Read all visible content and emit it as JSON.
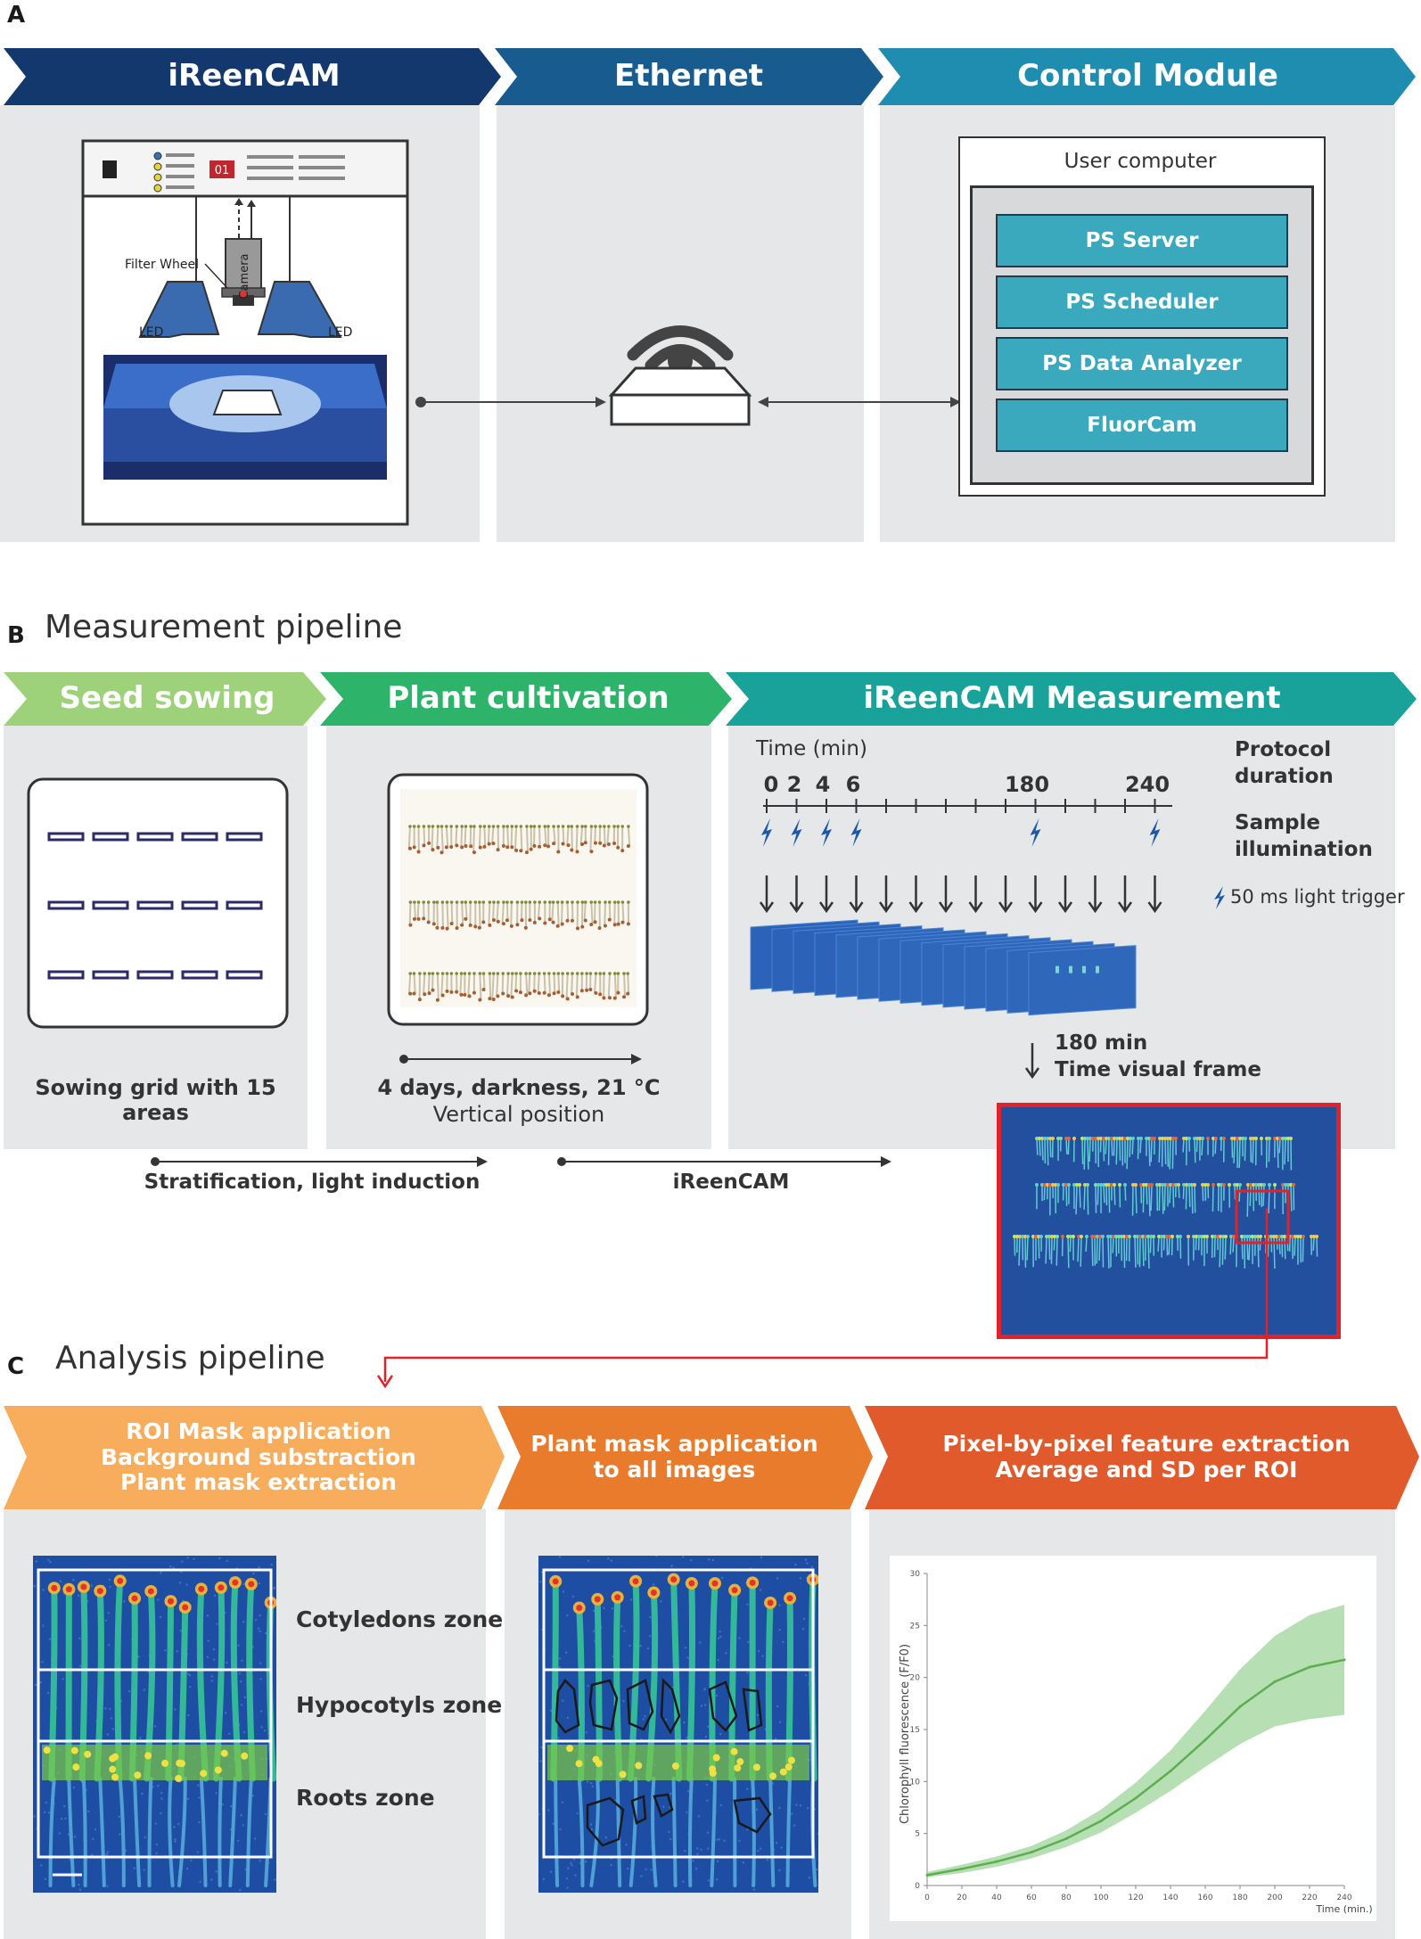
{
  "panel_letters": {
    "a": "A",
    "b": "B",
    "c": "C"
  },
  "section_a": {
    "headers": [
      "iReenCAM",
      "Ethernet",
      "Control Module"
    ],
    "device_labels": {
      "display": "01",
      "filter_wheel": "Filter Wheel",
      "camera": "Camera",
      "led_left": "LED",
      "led_right": "LED"
    },
    "user_computer": "User computer",
    "modules": [
      "PS Server",
      "PS Scheduler",
      "PS Data Analyzer",
      "FluorCam"
    ]
  },
  "section_b": {
    "title": "Measurement pipeline",
    "headers": [
      "Seed sowing",
      "Plant cultivation",
      "iReenCAM Measurement"
    ],
    "sowing_caption": "Sowing grid with 15 areas",
    "cultivation_caption_1": "4 days, darkness, 21 °C",
    "cultivation_caption_2": "Vertical position",
    "time_label": "Time (min)",
    "time_ticks": [
      "0",
      "2",
      "4",
      "6",
      "180",
      "240"
    ],
    "protocol_duration": "Protocol\nduration",
    "sample_illumination": "Sample\nillumination",
    "light_trigger": "50 ms light trigger",
    "frame_label_1": "180 min",
    "frame_label_2": "Time visual frame",
    "arrow_label_1": "Stratification, light induction",
    "arrow_label_2": "iReenCAM"
  },
  "section_c": {
    "title": "Analysis pipeline",
    "headers": [
      "ROI Mask application\nBackground substraction\nPlant mask extraction",
      "Plant mask application\nto all images",
      "Pixel-by-pixel feature extraction\nAverage and SD per ROI"
    ],
    "zones": [
      "Cotyledons zone",
      "Hypocotyls zone",
      "Roots zone"
    ]
  },
  "chart_data": {
    "type": "line",
    "xlabel": "Time (min.)",
    "ylabel": "Chlorophyll fluorescence (F/F0)",
    "xlim": [
      0,
      240
    ],
    "ylim": [
      0,
      30
    ],
    "xticks": [
      0,
      20,
      40,
      60,
      80,
      100,
      120,
      140,
      160,
      180,
      200,
      220,
      240
    ],
    "yticks": [
      0,
      5,
      10,
      15,
      20,
      25,
      30
    ],
    "x": [
      0,
      20,
      40,
      60,
      80,
      100,
      120,
      140,
      160,
      180,
      200,
      220,
      240
    ],
    "mean": [
      1.0,
      1.6,
      2.3,
      3.2,
      4.5,
      6.2,
      8.4,
      11.0,
      14.0,
      17.2,
      19.6,
      21.0,
      21.7
    ],
    "upper": [
      1.3,
      2.0,
      2.8,
      3.8,
      5.3,
      7.3,
      9.9,
      13.0,
      16.8,
      20.8,
      24.0,
      26.0,
      27.0
    ],
    "lower": [
      0.8,
      1.2,
      1.8,
      2.6,
      3.7,
      5.1,
      7.0,
      9.1,
      11.4,
      13.6,
      15.3,
      16.0,
      16.4
    ],
    "color": "#7cc576"
  }
}
